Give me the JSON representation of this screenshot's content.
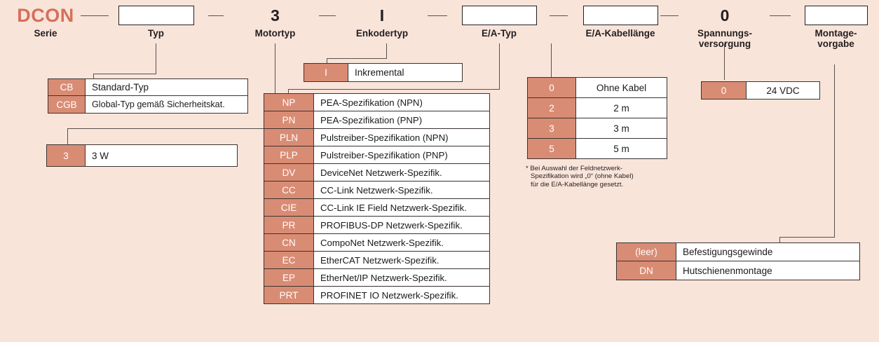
{
  "header": {
    "slots": [
      {
        "name": "serie",
        "code": "DCON",
        "label": "Serie",
        "type": "series"
      },
      {
        "name": "typ",
        "code": "",
        "label": "Typ",
        "type": "box"
      },
      {
        "name": "motortyp",
        "code": "3",
        "label": "Motortyp",
        "type": "text"
      },
      {
        "name": "enkodertyp",
        "code": "I",
        "label": "Enkodertyp",
        "type": "text"
      },
      {
        "name": "ea-typ",
        "code": "",
        "label": "E/A-Typ",
        "type": "box"
      },
      {
        "name": "ea-kabellaenge",
        "code": "",
        "label": "E/A-Kabellänge",
        "type": "box"
      },
      {
        "name": "spannungsversorgung",
        "code": "0",
        "label": "Spannungs-\nversorgung",
        "type": "text"
      },
      {
        "name": "montagevorgabe",
        "code": "",
        "label": "Montage-\nvorgabe",
        "type": "box"
      }
    ]
  },
  "tables": {
    "typ": {
      "rows": [
        {
          "code": "CB",
          "desc": "Standard-Typ"
        },
        {
          "code": "CGB",
          "desc": "Global-Typ gemäß Sicherheitskat."
        }
      ]
    },
    "motortyp": {
      "rows": [
        {
          "code": "3",
          "desc": "3 W"
        }
      ]
    },
    "enkodertyp": {
      "rows": [
        {
          "code": "I",
          "desc": "Inkremental"
        }
      ]
    },
    "ea_typ": {
      "rows": [
        {
          "code": "NP",
          "desc": "PEA-Spezifikation (NPN)"
        },
        {
          "code": "PN",
          "desc": "PEA-Spezifikation (PNP)"
        },
        {
          "code": "PLN",
          "desc": "Pulstreiber-Spezifikation (NPN)"
        },
        {
          "code": "PLP",
          "desc": "Pulstreiber-Spezifikation (PNP)"
        },
        {
          "code": "DV",
          "desc": "DeviceNet Netzwerk-Spezifik."
        },
        {
          "code": "CC",
          "desc": "CC-Link Netzwerk-Spezifik."
        },
        {
          "code": "CIE",
          "desc": "CC-Link IE Field Netzwerk-Spezifik."
        },
        {
          "code": "PR",
          "desc": "PROFIBUS-DP Netzwerk-Spezifik."
        },
        {
          "code": "CN",
          "desc": "CompoNet Netzwerk-Spezifik."
        },
        {
          "code": "EC",
          "desc": "EtherCAT Netzwerk-Spezifik."
        },
        {
          "code": "EP",
          "desc": "EtherNet/IP Netzwerk-Spezifik."
        },
        {
          "code": "PRT",
          "desc": "PROFINET IO Netzwerk-Spezifik."
        }
      ]
    },
    "ea_kabellaenge": {
      "rows": [
        {
          "code": "0",
          "desc": "Ohne Kabel"
        },
        {
          "code": "2",
          "desc": "2 m"
        },
        {
          "code": "3",
          "desc": "3 m"
        },
        {
          "code": "5",
          "desc": "5 m"
        }
      ],
      "note_line1": "* Bei Auswahl der Feldnetzwerk-",
      "note_line2": "Spezifikation wird „0“ (ohne Kabel)",
      "note_line3": "für die E/A-Kabellänge gesetzt."
    },
    "spannungsversorgung": {
      "rows": [
        {
          "code": "0",
          "desc": "24 VDC"
        }
      ]
    },
    "montagevorgabe": {
      "rows": [
        {
          "code": "(leer)",
          "desc": "Befestigungsgewinde"
        },
        {
          "code": "DN",
          "desc": "Hutschienenmontage"
        }
      ]
    }
  },
  "colors": {
    "background": "#f9e4da",
    "accent": "#d98c74",
    "series_text": "#d4705a",
    "line": "#58504e",
    "border": "#3b3331"
  }
}
